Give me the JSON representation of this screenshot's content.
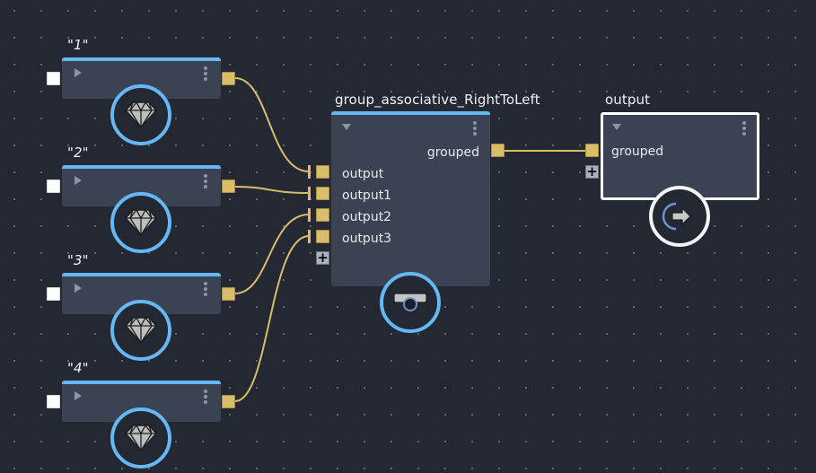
{
  "graph": {
    "source_nodes": [
      {
        "label": "\"1\"",
        "icon": "diamond-icon"
      },
      {
        "label": "\"2\"",
        "icon": "diamond-icon"
      },
      {
        "label": "\"3\"",
        "icon": "diamond-icon"
      },
      {
        "label": "\"4\"",
        "icon": "diamond-icon"
      }
    ],
    "group_node": {
      "title": "group_associative_RightToLeft",
      "output_port": "grouped",
      "input_ports": [
        "output",
        "output1",
        "output2",
        "output3"
      ],
      "add_port_symbol": "+",
      "icon": "camera-icon"
    },
    "output_node": {
      "title": "output",
      "input_port": "grouped",
      "add_port_symbol": "+",
      "icon": "exit-arrow-icon",
      "selected": true
    },
    "colors": {
      "background": "#232833",
      "node_body": "#3b4352",
      "node_accent": "#65b8f5",
      "port": "#d9bd6a",
      "wire": "#d9bd6a",
      "selection": "#ffffff"
    }
  }
}
